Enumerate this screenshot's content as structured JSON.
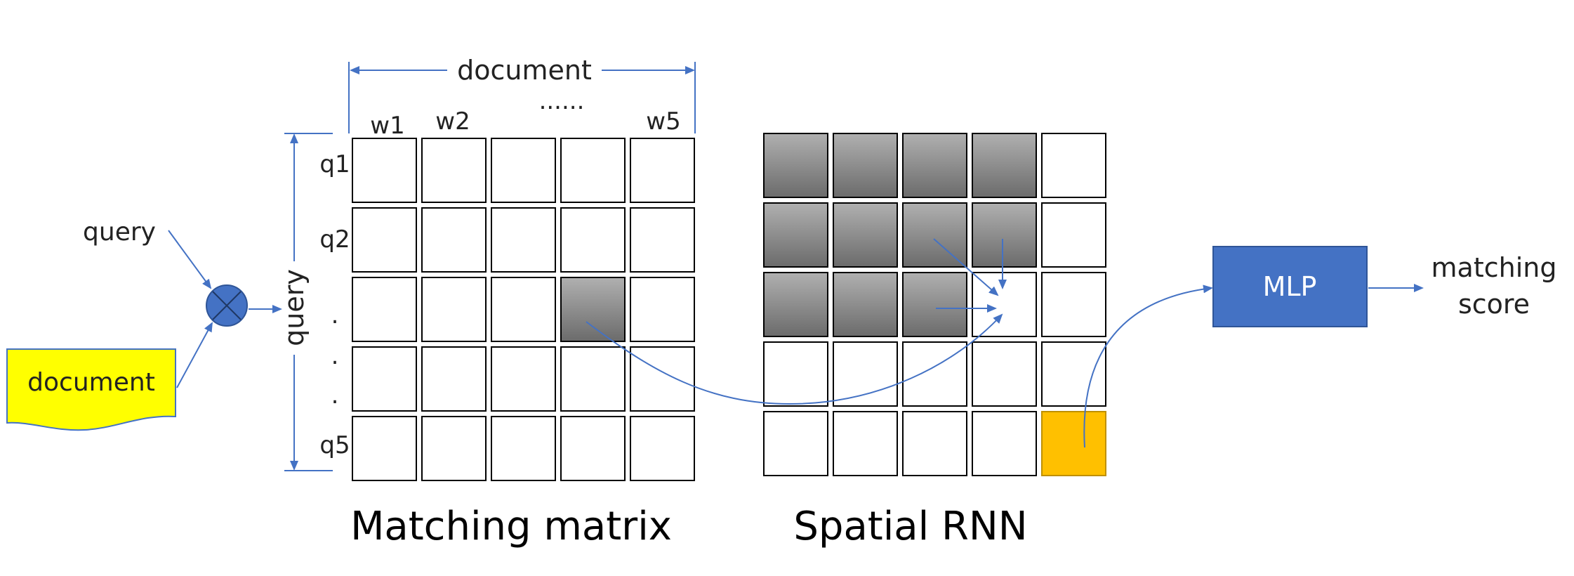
{
  "inputs": {
    "query_label": "query",
    "document_label": "document",
    "document_color": "#ffff00",
    "combine_node_color": "#4472c4"
  },
  "matching_matrix": {
    "caption": "Matching matrix",
    "document_axis_label": "document",
    "query_axis_label": "query",
    "column_labels": [
      "w1",
      "w2",
      "......",
      "w5"
    ],
    "row_labels": [
      "q1",
      "q2",
      ".",
      ".",
      ".",
      "q5"
    ],
    "rows": 5,
    "cols": 5,
    "highlighted_cells": [
      [
        2,
        3
      ]
    ],
    "cell_fill": "#ffffff",
    "highlight_gradient": [
      "#b0b0b0",
      "#6b6b6b"
    ]
  },
  "spatial_rnn": {
    "caption": "Spatial RNN",
    "rows": 5,
    "cols": 5,
    "gray_cells": [
      [
        0,
        0
      ],
      [
        0,
        1
      ],
      [
        0,
        2
      ],
      [
        0,
        3
      ],
      [
        1,
        0
      ],
      [
        1,
        1
      ],
      [
        1,
        2
      ],
      [
        1,
        3
      ],
      [
        2,
        0
      ],
      [
        2,
        1
      ],
      [
        2,
        2
      ]
    ],
    "output_cell": [
      4,
      4
    ],
    "output_color": "#ffc000"
  },
  "mlp": {
    "label": "MLP",
    "color": "#4472c4",
    "output_label_line1": "matching",
    "output_label_line2": "score"
  },
  "arrow_color": "#4472c4"
}
